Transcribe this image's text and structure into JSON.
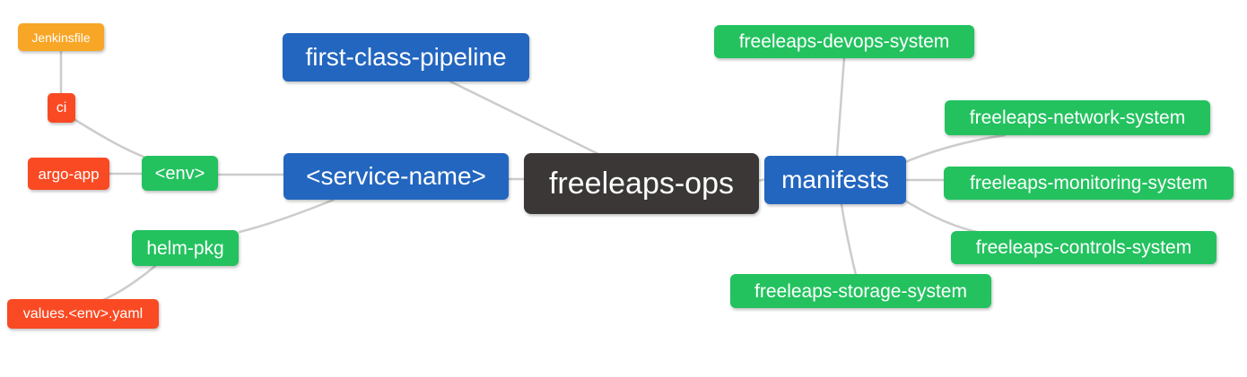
{
  "diagram": {
    "type": "mindmap",
    "root_id": "freeleaps_ops",
    "palette": {
      "root": "#3b3737",
      "level1": "#2366bf",
      "level2": "#23c25f",
      "level3": "#fa4a23",
      "level4": "#f8a626",
      "edge": "#cccccc",
      "text": "#ffffff",
      "background": "#ffffff"
    },
    "nodes": {
      "freeleaps_ops": {
        "label": "freeleaps-ops",
        "level": "root"
      },
      "first_class_pipeline": {
        "label": "first-class-pipeline",
        "level": "level1"
      },
      "service_name": {
        "label": "<service-name>",
        "level": "level1"
      },
      "manifests": {
        "label": "manifests",
        "level": "level1"
      },
      "env": {
        "label": "<env>",
        "level": "level2"
      },
      "helm_pkg": {
        "label": "helm-pkg",
        "level": "level2"
      },
      "devops": {
        "label": "freeleaps-devops-system",
        "level": "level2"
      },
      "network": {
        "label": "freeleaps-network-system",
        "level": "level2"
      },
      "monitoring": {
        "label": "freeleaps-monitoring-system",
        "level": "level2"
      },
      "controls": {
        "label": "freeleaps-controls-system",
        "level": "level2"
      },
      "storage": {
        "label": "freeleaps-storage-system",
        "level": "level2"
      },
      "ci": {
        "label": "ci",
        "level": "level3"
      },
      "argo_app": {
        "label": "argo-app",
        "level": "level3"
      },
      "values_env_yaml": {
        "label": "values.<env>.yaml",
        "level": "level3"
      },
      "jenkinsfile": {
        "label": "Jenkinsfile",
        "level": "level4"
      }
    },
    "edges": [
      [
        "jenkinsfile",
        "ci"
      ],
      [
        "ci",
        "env"
      ],
      [
        "argo_app",
        "env"
      ],
      [
        "env",
        "service_name"
      ],
      [
        "helm_pkg",
        "service_name"
      ],
      [
        "values_env_yaml",
        "helm_pkg"
      ],
      [
        "first_class_pipeline",
        "freeleaps_ops"
      ],
      [
        "service_name",
        "freeleaps_ops"
      ],
      [
        "freeleaps_ops",
        "manifests"
      ],
      [
        "manifests",
        "devops"
      ],
      [
        "manifests",
        "network"
      ],
      [
        "manifests",
        "monitoring"
      ],
      [
        "manifests",
        "controls"
      ],
      [
        "manifests",
        "storage"
      ]
    ]
  }
}
